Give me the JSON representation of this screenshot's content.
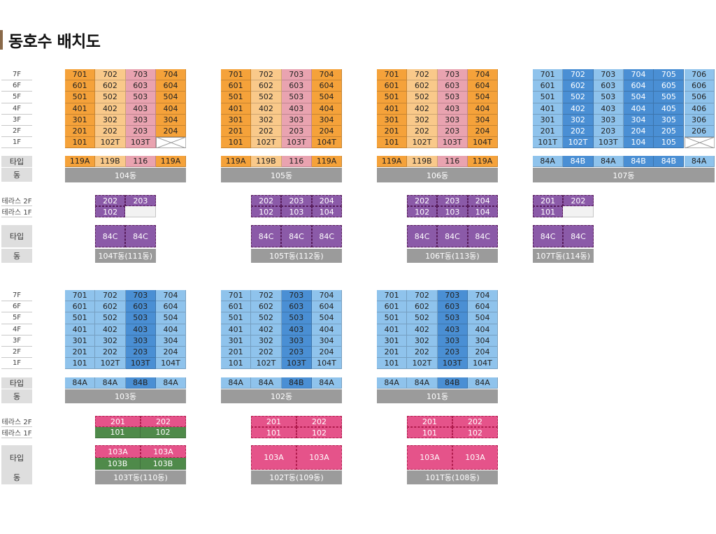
{
  "page_title": "동호수 배치도",
  "row_labels_top": {
    "floors": [
      "7F",
      "6F",
      "5F",
      "4F",
      "3F",
      "2F",
      "1F"
    ],
    "type": "타입",
    "dong": "동",
    "terrace2": "테라스 2F",
    "terrace1": "테라스 1F",
    "type2": "타입",
    "dong2": "동"
  },
  "row_labels_bottom": {
    "floors": [
      "7F",
      "6F",
      "5F",
      "4F",
      "3F",
      "2F",
      "1F"
    ],
    "type": "타입",
    "dong": "동",
    "terrace2": "테라스 2F",
    "terrace1": "테라스 1F",
    "type2": "타입",
    "dong2": "동"
  },
  "colors": {
    "orange": "#f5a23a",
    "peach": "#f9c98a",
    "pink": "#e9a3b0",
    "lightblue": "#8fc3ec",
    "blue": "#4a8fd4",
    "purple": "#8b5aa8",
    "magenta": "#e5538a",
    "green": "#4f8a4a",
    "gray": "#9b9b9b"
  },
  "buildings_top": [
    {
      "name": "104동",
      "rows": [
        [
          "701",
          "702",
          "703",
          "704"
        ],
        [
          "601",
          "602",
          "603",
          "604"
        ],
        [
          "501",
          "502",
          "503",
          "504"
        ],
        [
          "401",
          "402",
          "403",
          "404"
        ],
        [
          "301",
          "302",
          "303",
          "304"
        ],
        [
          "201",
          "202",
          "203",
          "204"
        ],
        [
          "101",
          "102T",
          "103T",
          ""
        ]
      ],
      "col_colors": [
        "orange",
        "peach",
        "pink",
        "orange"
      ],
      "empty_last": true,
      "types": [
        "119A",
        "119B",
        "116",
        "119A"
      ],
      "type_colors": [
        "orange",
        "peach",
        "pink",
        "orange"
      ]
    },
    {
      "name": "105동",
      "rows": [
        [
          "701",
          "702",
          "703",
          "704"
        ],
        [
          "601",
          "602",
          "603",
          "604"
        ],
        [
          "501",
          "502",
          "503",
          "504"
        ],
        [
          "401",
          "402",
          "403",
          "404"
        ],
        [
          "301",
          "302",
          "303",
          "304"
        ],
        [
          "201",
          "202",
          "203",
          "204"
        ],
        [
          "101",
          "102T",
          "103T",
          "104T"
        ]
      ],
      "col_colors": [
        "orange",
        "peach",
        "pink",
        "orange"
      ],
      "empty_last": false,
      "types": [
        "119A",
        "119B",
        "116",
        "119A"
      ],
      "type_colors": [
        "orange",
        "peach",
        "pink",
        "orange"
      ]
    },
    {
      "name": "106동",
      "rows": [
        [
          "701",
          "702",
          "703",
          "704"
        ],
        [
          "601",
          "602",
          "603",
          "604"
        ],
        [
          "501",
          "502",
          "503",
          "504"
        ],
        [
          "401",
          "402",
          "403",
          "404"
        ],
        [
          "301",
          "302",
          "303",
          "304"
        ],
        [
          "201",
          "202",
          "203",
          "204"
        ],
        [
          "101",
          "102T",
          "103T",
          "104T"
        ]
      ],
      "col_colors": [
        "orange",
        "peach",
        "pink",
        "orange"
      ],
      "empty_last": false,
      "types": [
        "119A",
        "119B",
        "116",
        "119A"
      ],
      "type_colors": [
        "orange",
        "peach",
        "pink",
        "orange"
      ]
    },
    {
      "name": "107동",
      "rows": [
        [
          "701",
          "702",
          "703",
          "704",
          "705",
          "706"
        ],
        [
          "601",
          "602",
          "603",
          "604",
          "605",
          "606"
        ],
        [
          "501",
          "502",
          "503",
          "504",
          "505",
          "506"
        ],
        [
          "401",
          "402",
          "403",
          "404",
          "405",
          "406"
        ],
        [
          "301",
          "302",
          "303",
          "304",
          "305",
          "306"
        ],
        [
          "201",
          "202",
          "203",
          "204",
          "205",
          "206"
        ],
        [
          "101T",
          "102T",
          "103T",
          "104",
          "105",
          ""
        ]
      ],
      "col_colors": [
        "lightblue",
        "blue",
        "lightblue",
        "blue",
        "blue",
        "lightblue"
      ],
      "empty_last": true,
      "types": [
        "84A",
        "84B",
        "84A",
        "84B",
        "84B",
        "84A"
      ],
      "type_colors": [
        "lightblue",
        "blue",
        "lightblue",
        "blue",
        "blue",
        "lightblue"
      ]
    }
  ],
  "terraces_top": [
    {
      "t2": [
        "202",
        "203"
      ],
      "t1": [
        "102",
        ""
      ],
      "types": [
        "84C",
        "84C"
      ],
      "name": "104T동(111동)"
    },
    {
      "t2": [
        "202",
        "203",
        "204"
      ],
      "t1": [
        "102",
        "103",
        "104"
      ],
      "types": [
        "84C",
        "84C",
        "84C"
      ],
      "name": "105T동(112동)"
    },
    {
      "t2": [
        "202",
        "203",
        "204"
      ],
      "t1": [
        "102",
        "103",
        "104"
      ],
      "types": [
        "84C",
        "84C",
        "84C"
      ],
      "name": "106T동(113동)"
    },
    {
      "t2": [
        "201",
        "202"
      ],
      "t1": [
        "101",
        ""
      ],
      "types": [
        "84C",
        "84C"
      ],
      "name": "107T동(114동)"
    }
  ],
  "buildings_bottom": [
    {
      "name": "103동",
      "rows": [
        [
          "701",
          "702",
          "703",
          "704"
        ],
        [
          "601",
          "602",
          "603",
          "604"
        ],
        [
          "501",
          "502",
          "503",
          "504"
        ],
        [
          "401",
          "402",
          "403",
          "404"
        ],
        [
          "301",
          "302",
          "303",
          "304"
        ],
        [
          "201",
          "202",
          "203",
          "204"
        ],
        [
          "101",
          "102T",
          "103T",
          "104T"
        ]
      ],
      "types": [
        "84A",
        "84A",
        "84B",
        "84A"
      ]
    },
    {
      "name": "102동",
      "rows": [
        [
          "701",
          "702",
          "703",
          "704"
        ],
        [
          "601",
          "602",
          "603",
          "604"
        ],
        [
          "501",
          "502",
          "503",
          "504"
        ],
        [
          "401",
          "402",
          "403",
          "404"
        ],
        [
          "301",
          "302",
          "303",
          "304"
        ],
        [
          "201",
          "202",
          "203",
          "204"
        ],
        [
          "101",
          "102T",
          "103T",
          "104T"
        ]
      ],
      "types": [
        "84A",
        "84A",
        "84B",
        "84A"
      ]
    },
    {
      "name": "101동",
      "rows": [
        [
          "701",
          "702",
          "703",
          "704"
        ],
        [
          "601",
          "602",
          "603",
          "604"
        ],
        [
          "501",
          "502",
          "503",
          "504"
        ],
        [
          "401",
          "402",
          "403",
          "404"
        ],
        [
          "301",
          "302",
          "303",
          "304"
        ],
        [
          "201",
          "202",
          "203",
          "204"
        ],
        [
          "101",
          "102T",
          "103T",
          "104T"
        ]
      ],
      "types": [
        "84A",
        "84A",
        "84B",
        "84A"
      ]
    }
  ],
  "terraces_bottom": [
    {
      "t2": [
        "201",
        "202"
      ],
      "t1": [
        "101",
        "102"
      ],
      "t1_color": "green",
      "types": [
        "103A",
        "103A"
      ],
      "types2": [
        "103B",
        "103B"
      ],
      "name": "103T동(110동)"
    },
    {
      "t2": [
        "201",
        "202"
      ],
      "t1": [
        "101",
        "102"
      ],
      "t1_color": "magenta",
      "types": [
        "103A",
        "103A"
      ],
      "types2": [],
      "name": "102T동(109동)"
    },
    {
      "t2": [
        "201",
        "202"
      ],
      "t1": [
        "101",
        "102"
      ],
      "t1_color": "magenta",
      "types": [
        "103A",
        "103A"
      ],
      "types2": [],
      "name": "101T동(108동)"
    }
  ]
}
